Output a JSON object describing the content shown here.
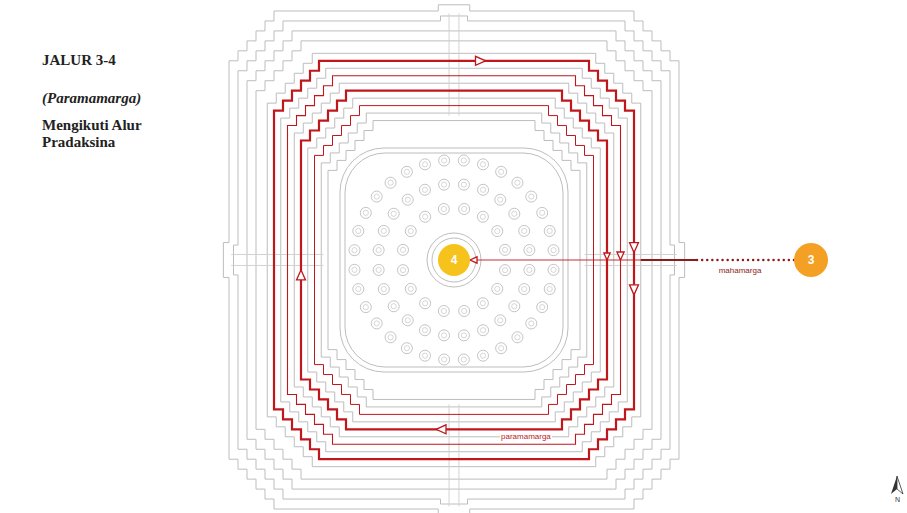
{
  "diagram": {
    "title": "JALUR 3-4",
    "nodes": [
      {
        "text": [
          "4"
        ]
      },
      {
        "text": [
          "3"
        ]
      }
    ],
    "edges": [
      {
        "from": 1,
        "to": 0,
        "arrow": "to",
        "label": "mahamarga"
      }
    ],
    "labels": [
      "(Paramamarga)",
      "Mengikuti Alur Pradaksina",
      "paramamarga",
      "N"
    ]
  }
}
